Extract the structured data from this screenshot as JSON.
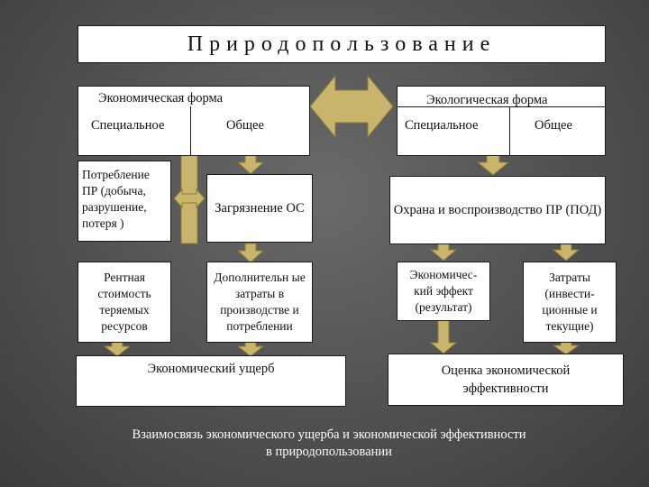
{
  "title": "Природопользование",
  "left_form": {
    "header": "Экономическая форма",
    "special": "Специальное",
    "general": "Общее"
  },
  "right_form": {
    "header": "Экологическая форма",
    "special": "Специальное",
    "general": "Общее"
  },
  "boxes": {
    "consumption": "Потребление ПР (добыча, разрушение, потеря )",
    "pollution": "Загрязнение ОС",
    "protection": "Охрана и воспроизводство ПР (ПОД)",
    "rent": "Рентная стоимость теряемых ресурсов",
    "extra_costs": "Дополнительн ые затраты в производстве и потреблении",
    "econ_effect": "Экономичес- кий эффект (результат)",
    "costs": "Затраты (инвести- ционные и текущие)",
    "damage": "Экономический ущерб",
    "efficiency": "Оценка экономической эффективности"
  },
  "caption": {
    "line1": "Взаимосвязь экономического ущерба и экономической эффективности",
    "line2": "в природопользовании"
  },
  "colors": {
    "arrow_fill": "#c8b46a",
    "arrow_stroke": "#8a7a3a"
  }
}
